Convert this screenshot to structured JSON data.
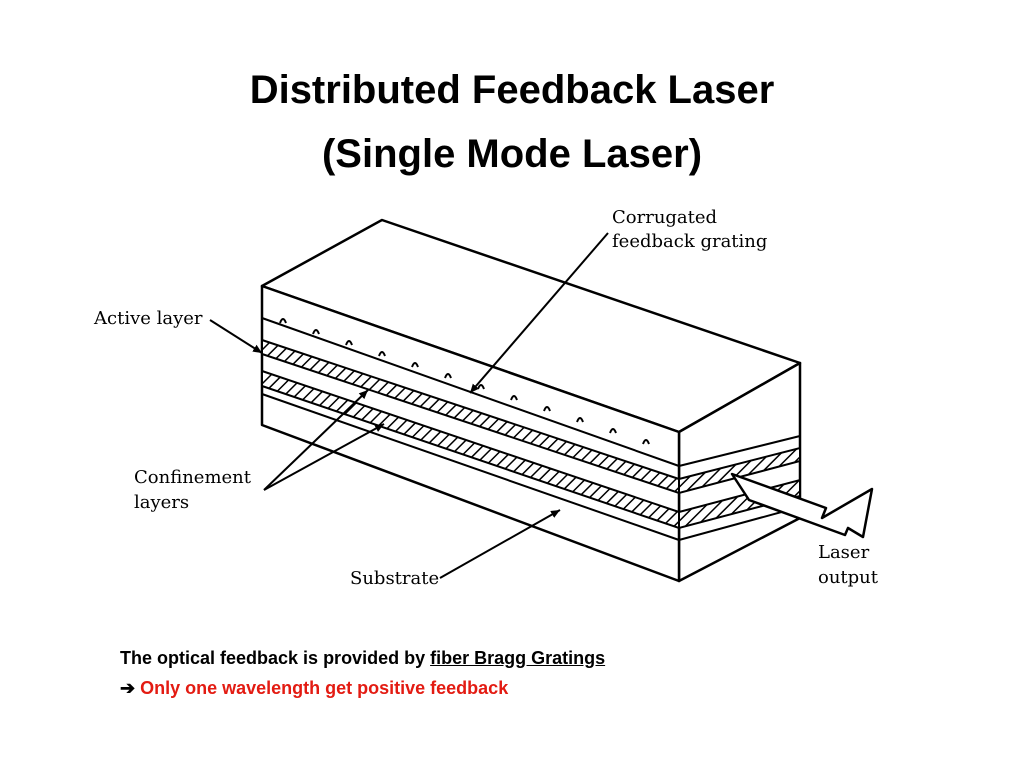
{
  "slide": {
    "title_line_1": "Distributed Feedback Laser",
    "title_line_2": "(Single Mode Laser)"
  },
  "diagram": {
    "labels": {
      "corrugated_1": "Corrugated",
      "corrugated_2": "feedback grating",
      "active_layer": "Active layer",
      "confinement_1": "Confinement",
      "confinement_2": "layers",
      "substrate": "Substrate",
      "laser_1": "Laser",
      "laser_2": "output"
    }
  },
  "notes": {
    "line1_prefix": "The optical feedback is provided by ",
    "line1_link": "fiber Bragg Gratings ",
    "arrow_glyph": "➔",
    "line2_text": "Only one wavelength get positive feedback",
    "accent_color": "#e31b12"
  }
}
